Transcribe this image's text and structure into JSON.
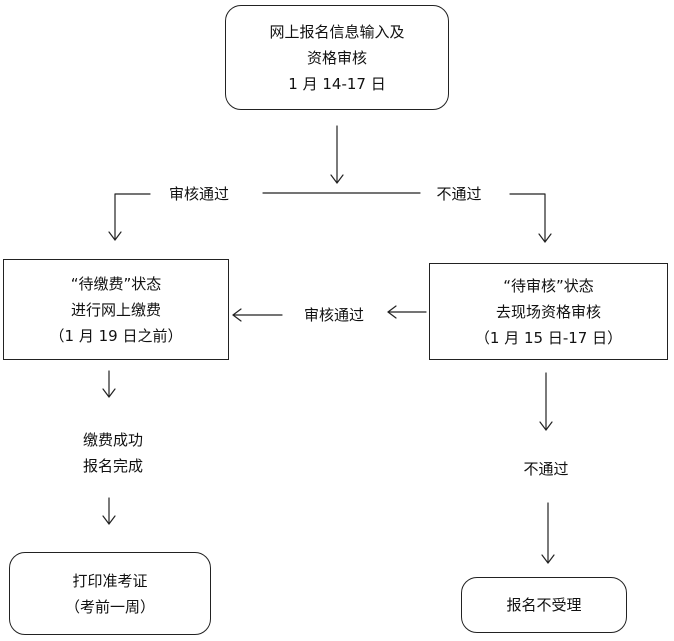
{
  "nodes": {
    "online_registration": {
      "lines": [
        "网上报名信息输入及",
        "资格审核",
        "1 月 14-17 日"
      ]
    },
    "pending_payment": {
      "lines": [
        "“待缴费”状态",
        "进行网上缴费",
        "（1 月 19 日之前）"
      ]
    },
    "pending_review": {
      "lines": [
        "“待审核”状态",
        "去现场资格审核",
        "（1 月 15 日-17 日）"
      ]
    },
    "print_ticket": {
      "lines": [
        "打印准考证",
        "（考前一周）"
      ]
    },
    "rejected": {
      "lines": [
        "报名不受理"
      ]
    }
  },
  "labels": {
    "pass_top": "审核通过",
    "fail_top": "不通过",
    "pass_mid": "审核通过",
    "payment_success": [
      "缴费成功",
      "报名完成"
    ],
    "fail_bottom": "不通过"
  },
  "colors": {
    "stroke": "#222222",
    "text": "#111111",
    "background": "#ffffff"
  }
}
